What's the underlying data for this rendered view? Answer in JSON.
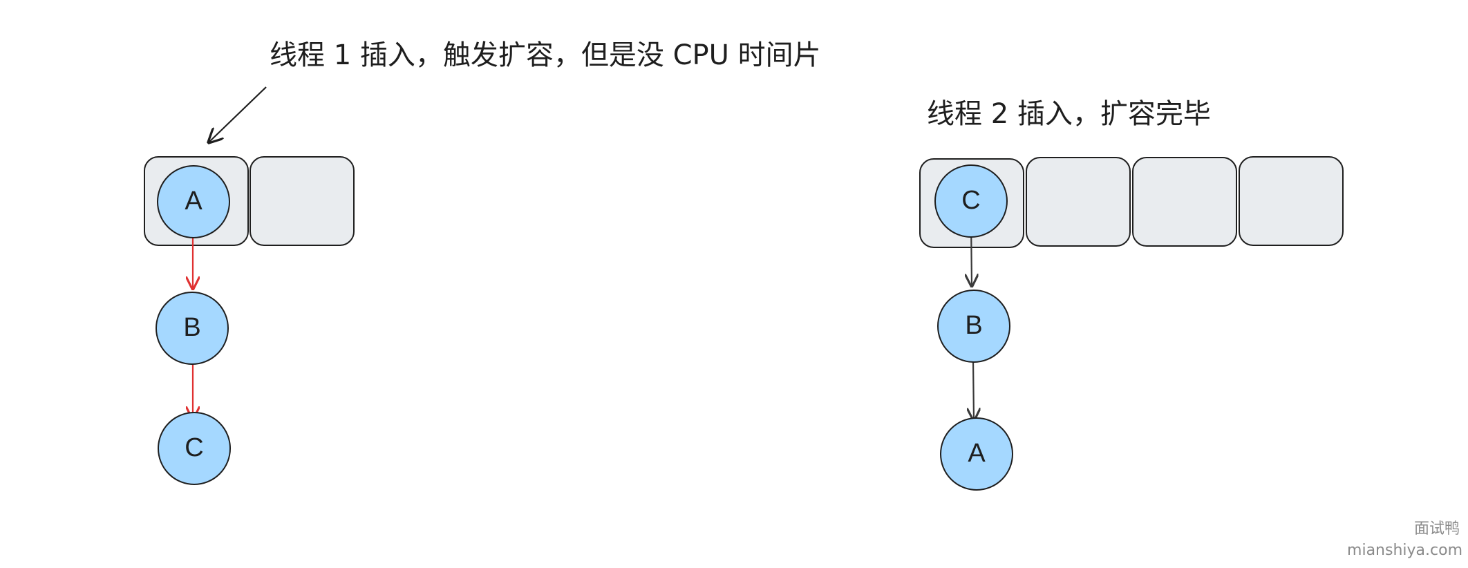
{
  "left_panel": {
    "caption": "线程 1 插入，触发扩容，但是没 CPU 时间片",
    "slots": [
      {
        "node": "A"
      },
      {
        "node": ""
      }
    ],
    "chain": [
      "B",
      "C"
    ],
    "link_color": "#e03131"
  },
  "right_panel": {
    "caption": "线程 2 插入，扩容完毕",
    "slots": [
      {
        "node": "C"
      },
      {
        "node": ""
      },
      {
        "node": ""
      },
      {
        "node": ""
      }
    ],
    "chain": [
      "B",
      "A"
    ],
    "link_color": "#3a3a3a"
  },
  "colors": {
    "node_fill": "#a5d8ff",
    "slot_fill": "#e9ecef",
    "stroke": "#1e1e1e"
  },
  "watermark": {
    "line1": "面试鸭",
    "line2": "mianshiya.com"
  }
}
